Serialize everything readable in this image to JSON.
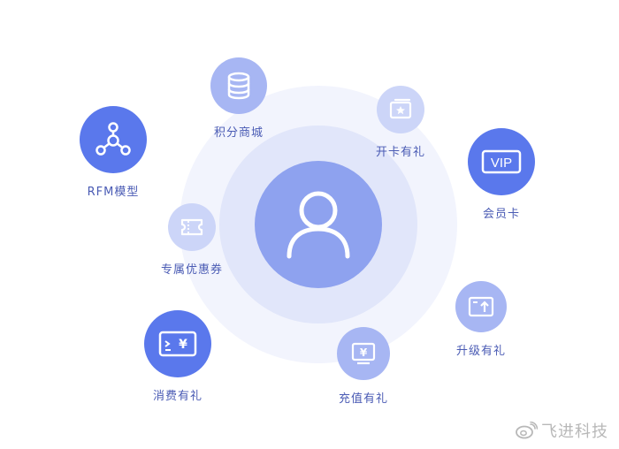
{
  "center": {
    "icon": "user-icon"
  },
  "nodes": {
    "points_mall": {
      "label": "积分商城",
      "icon": "database-icon"
    },
    "card_gift": {
      "label": "开卡有礼",
      "icon": "card-star-icon"
    },
    "rfm_model": {
      "label": "RFM模型",
      "icon": "network-icon"
    },
    "member_card": {
      "label": "会员卡",
      "icon": "vip-icon"
    },
    "coupon": {
      "label": "专属优惠券",
      "icon": "ticket-icon"
    },
    "upgrade_gift": {
      "label": "升级有礼",
      "icon": "upgrade-icon"
    },
    "spend_gift": {
      "label": "消费有礼",
      "icon": "yen-card-icon"
    },
    "recharge_gift": {
      "label": "充值有礼",
      "icon": "yen-screen-icon"
    }
  },
  "vip_text": "VIP",
  "watermark": {
    "text": "飞进科技",
    "icon": "weibo-icon"
  },
  "colors": {
    "dark": "#5a78ec",
    "light": "#a7b6f3",
    "pale": "#ccd5f8",
    "ring_outer": "#f2f4fd",
    "ring_mid": "#e1e6fa",
    "center": "#8ea2ef",
    "label": "#4a5bb4"
  }
}
